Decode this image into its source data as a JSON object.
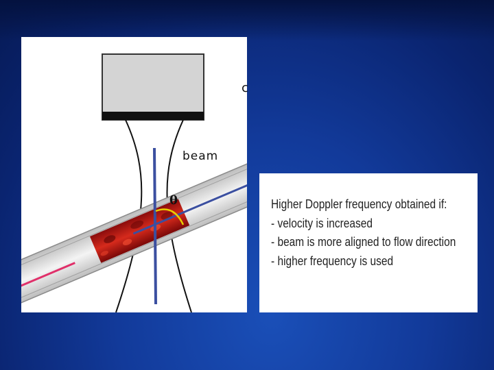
{
  "diagram": {
    "beam_label": "beam",
    "angle_label": "θ",
    "edge_glyph": "c"
  },
  "info": {
    "title": "Higher Doppler frequency obtained if:",
    "items": [
      "- velocity is increased",
      "- beam is more aligned to flow direction",
      "- higher frequency is used"
    ]
  },
  "colors": {
    "background": "#123a9a",
    "beam_line": "#3b4fa0",
    "flow_arrow": "#e0306a",
    "blood": "#c01818",
    "angle_arc": "#e8d000"
  }
}
